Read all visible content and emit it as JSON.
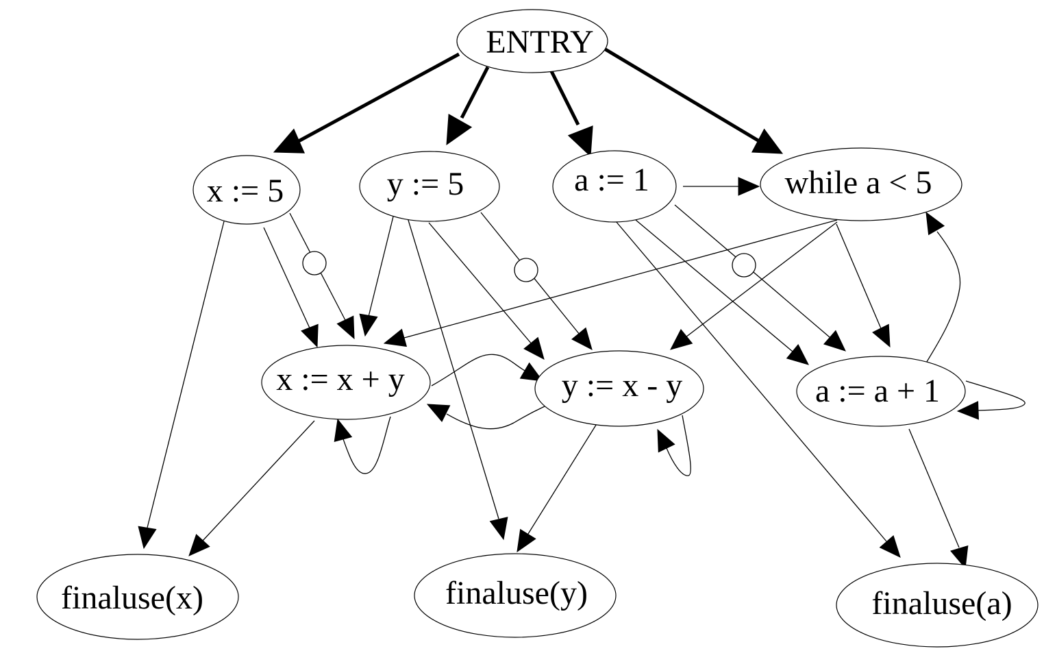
{
  "nodes": {
    "entry": {
      "label": "ENTRY"
    },
    "x_assign_5": {
      "label": "x := 5"
    },
    "y_assign_5": {
      "label": "y := 5"
    },
    "a_assign_1": {
      "label": "a := 1"
    },
    "while_cond": {
      "label": "while a < 5"
    },
    "x_assign_sum": {
      "label": "x := x + y"
    },
    "y_assign_diff": {
      "label": "y := x - y"
    },
    "a_increment": {
      "label": "a := a + 1"
    },
    "finaluse_x": {
      "label": "finaluse(x)"
    },
    "finaluse_y": {
      "label": "finaluse(y)"
    },
    "finaluse_a": {
      "label": "finaluse(a)"
    }
  }
}
